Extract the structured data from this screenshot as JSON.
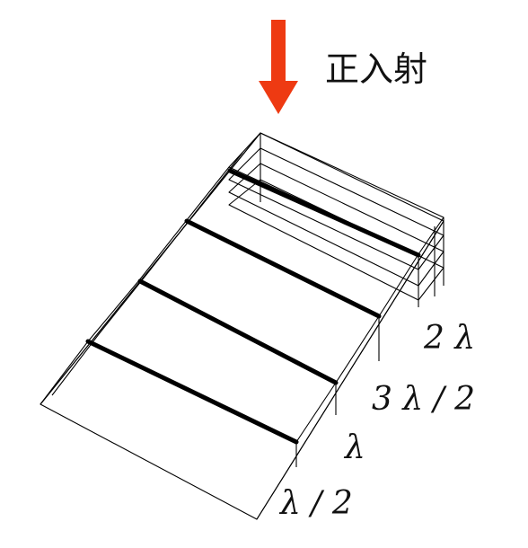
{
  "arrow": {
    "label": "正入射",
    "color": "#ee3a12"
  },
  "thickness_labels": [
    {
      "text": "2 λ"
    },
    {
      "text": "3 λ / 2"
    },
    {
      "text": "λ"
    },
    {
      "text": "λ / 2"
    }
  ],
  "colors": {
    "line": "#000000",
    "fringe": "#000000",
    "background": "#ffffff"
  }
}
